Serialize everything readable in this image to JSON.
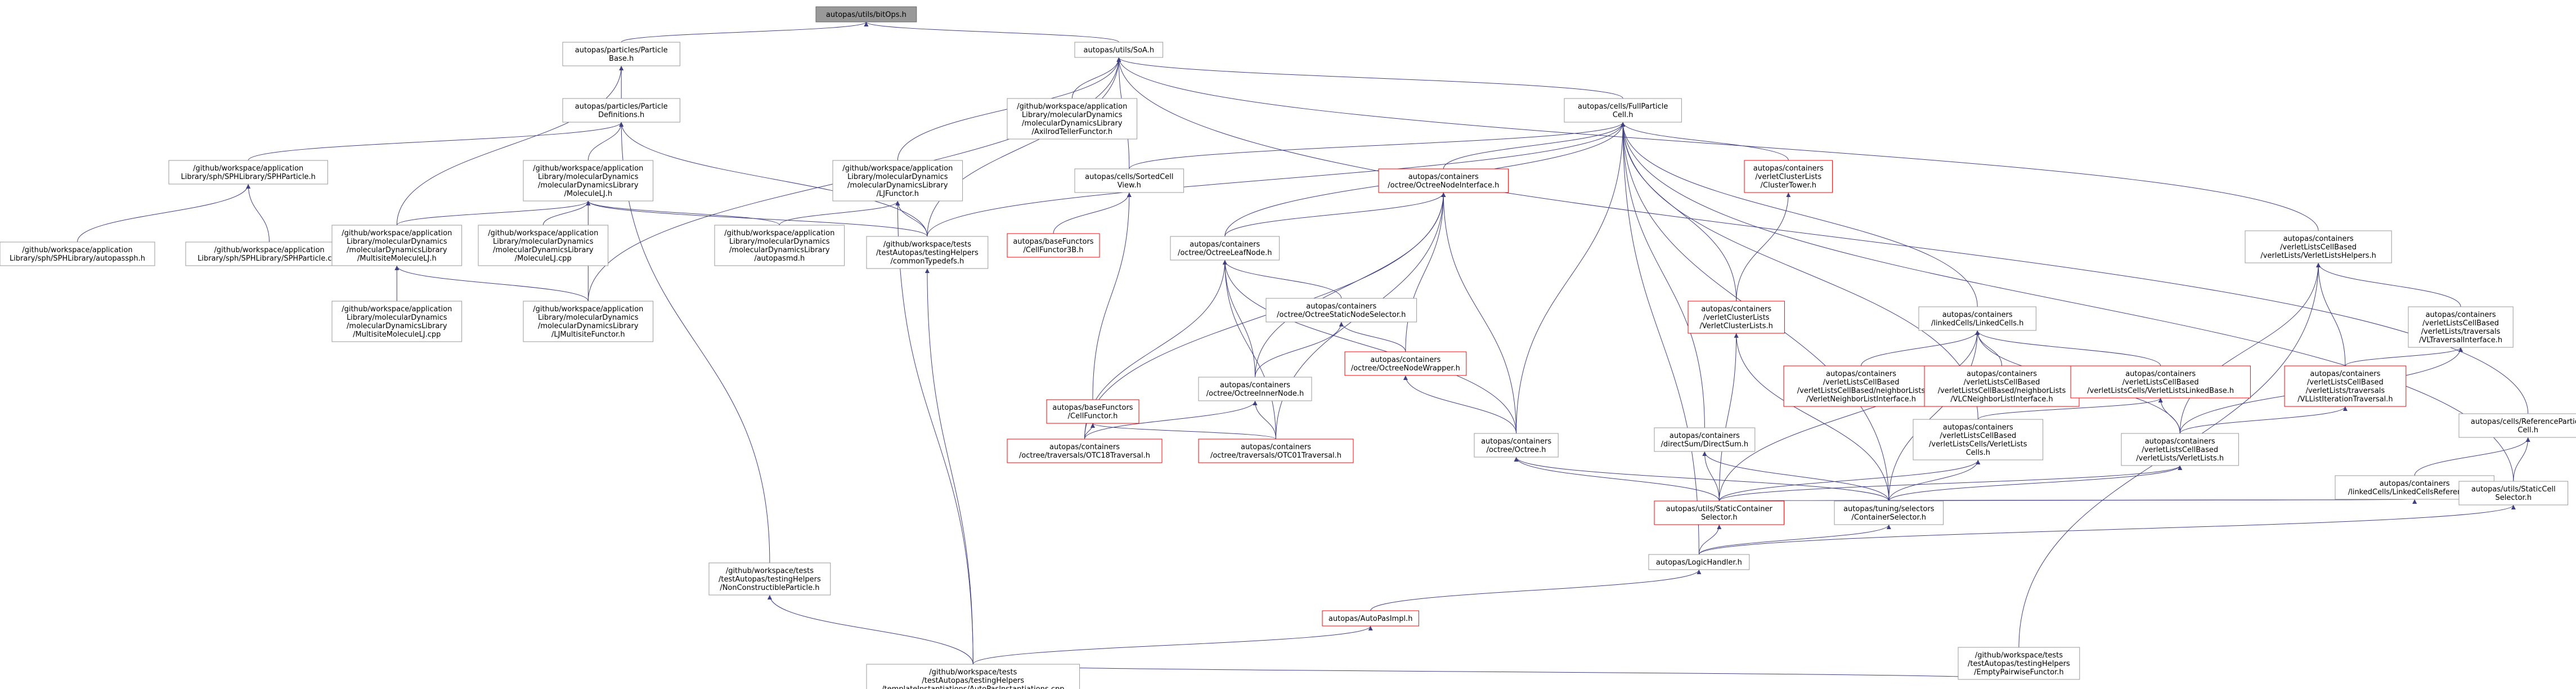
{
  "graph": {
    "colors": {
      "background": "#ffffff",
      "node_border": "#999999",
      "root_fill": "#999999",
      "highlight_border": "#ff0000",
      "edge": "#404080"
    },
    "nodes": [
      {
        "id": "bitop",
        "lines": [
          "autopas/utils/bitOps.h"
        ],
        "style": "root"
      },
      {
        "id": "pbase",
        "lines": [
          "autopas/particles/Particle",
          "Base.h"
        ]
      },
      {
        "id": "simd",
        "lines": [
          "autopas/utils/SoA.h"
        ]
      },
      {
        "id": "pdefs",
        "lines": [
          "autopas/particles/Particle",
          "Definitions.h"
        ]
      },
      {
        "id": "axilrod",
        "lines": [
          "/github/workspace/application",
          "Library/molecularDynamics",
          "/molecularDynamicsLibrary",
          "/AxilrodTellerFunctor.h"
        ]
      },
      {
        "id": "fullcell",
        "lines": [
          "autopas/cells/FullParticle",
          "Cell.h"
        ]
      },
      {
        "id": "sph",
        "lines": [
          "/github/workspace/application",
          "Library/sph/SPHLibrary/SPHParticle.h"
        ]
      },
      {
        "id": "molLJ",
        "lines": [
          "/github/workspace/application",
          "Library/molecularDynamics",
          "/molecularDynamicsLibrary",
          "/MoleculeLJ.h"
        ]
      },
      {
        "id": "ljfunc",
        "lines": [
          "/github/workspace/application",
          "Library/molecularDynamics",
          "/molecularDynamicsLibrary",
          "/LJFunctor.h"
        ]
      },
      {
        "id": "sorted",
        "lines": [
          "autopas/cells/SortedCell",
          "View.h"
        ]
      },
      {
        "id": "octnodeiface",
        "lines": [
          "autopas/containers",
          "/octree/OctreeNodeInterface.h"
        ],
        "style": "red"
      },
      {
        "id": "clustertower",
        "lines": [
          "autopas/containers",
          "/verletClusterLists",
          "/ClusterTower.h"
        ],
        "style": "red"
      },
      {
        "id": "vlhelpers",
        "lines": [
          "autopas/containers",
          "/verletListsCellBased",
          "/verletLists/VerletListsHelpers.h"
        ]
      },
      {
        "id": "autopassph",
        "lines": [
          "/github/workspace/application",
          "Library/sph/SPHLibrary/autopassph.h"
        ]
      },
      {
        "id": "sphcpp",
        "lines": [
          "/github/workspace/application",
          "Library/sph/SPHLibrary/SPHParticle.cpp"
        ]
      },
      {
        "id": "multisiteh",
        "lines": [
          "/github/workspace/application",
          "Library/molecularDynamics",
          "/molecularDynamicsLibrary",
          "/MultisiteMoleculeLJ.h"
        ]
      },
      {
        "id": "molLJcpp",
        "lines": [
          "/github/workspace/application",
          "Library/molecularDynamics",
          "/molecularDynamicsLibrary",
          "/MoleculeLJ.cpp"
        ]
      },
      {
        "id": "autopasmd",
        "lines": [
          "/github/workspace/application",
          "Library/molecularDynamics",
          "/molecularDynamicsLibrary",
          "/autopasmd.h"
        ]
      },
      {
        "id": "commontypedefs",
        "lines": [
          "/github/workspace/tests",
          "/testAutopas/testingHelpers",
          "/commonTypedefs.h"
        ]
      },
      {
        "id": "cellfunc3b",
        "lines": [
          "autopas/baseFunctors",
          "/CellFunctor3B.h"
        ],
        "style": "red"
      },
      {
        "id": "octleaf",
        "lines": [
          "autopas/containers",
          "/octree/OctreeLeafNode.h"
        ]
      },
      {
        "id": "linkedcells",
        "lines": [
          "autopas/containers",
          "/linkedCells/LinkedCells.h"
        ]
      },
      {
        "id": "vlclusterlists",
        "lines": [
          "autopas/containers",
          "/verletClusterLists",
          "/VerletClusterLists.h"
        ],
        "style": "red"
      },
      {
        "id": "vltraversaliface",
        "lines": [
          "autopas/containers",
          "/verletListsCellBased",
          "/verletLists/traversals",
          "/VLTraversalInterface.h"
        ]
      },
      {
        "id": "vllistiter",
        "lines": [
          "autopas/containers",
          "/verletListsCellBased",
          "/verletLists/traversals",
          "/VLListIterationTraversal.h"
        ],
        "style": "red"
      },
      {
        "id": "multisitecpp",
        "lines": [
          "/github/workspace/application",
          "Library/molecularDynamics",
          "/molecularDynamicsLibrary",
          "/MultisiteMoleculeLJ.cpp"
        ]
      },
      {
        "id": "ljmultisite",
        "lines": [
          "/github/workspace/application",
          "Library/molecularDynamics",
          "/molecularDynamicsLibrary",
          "/LJMultisiteFunctor.h"
        ]
      },
      {
        "id": "octnodeselector",
        "lines": [
          "autopas/containers",
          "/octree/OctreeStaticNodeSelector.h"
        ]
      },
      {
        "id": "vlneighbor",
        "lines": [
          "autopas/containers",
          "/verletListsCellBased",
          "/verletListsCellBased/neighborLists",
          "/VerletNeighborListInterface.h"
        ],
        "style": "red"
      },
      {
        "id": "vlcneighbor",
        "lines": [
          "autopas/containers",
          "/verletListsCellBased",
          "/verletListsCellBased/neighborLists",
          "/VLCNeighborListInterface.h"
        ],
        "style": "red"
      },
      {
        "id": "vlcl_base",
        "lines": [
          "autopas/containers",
          "/verletListsCellBased",
          "/verletListsCells/VerletListsLinkedBase.h"
        ],
        "style": "red"
      },
      {
        "id": "refcell",
        "lines": [
          "autopas/cells/ReferenceParticle",
          "Cell.h"
        ]
      },
      {
        "id": "cellfunctor",
        "lines": [
          "autopas/baseFunctors",
          "/CellFunctor.h"
        ],
        "style": "red"
      },
      {
        "id": "octinner",
        "lines": [
          "autopas/containers",
          "/octree/OctreeInnerNode.h"
        ]
      },
      {
        "id": "octwrapper",
        "lines": [
          "autopas/containers",
          "/octree/OctreeNodeWrapper.h"
        ],
        "style": "red"
      },
      {
        "id": "vlcells",
        "lines": [
          "autopas/containers",
          "/verletListsCellBased",
          "/verletListsCells/VerletLists",
          "Cells.h"
        ]
      },
      {
        "id": "vllists",
        "lines": [
          "autopas/containers",
          "/verletListsCellBased",
          "/verletLists/VerletLists.h"
        ]
      },
      {
        "id": "linkedcellsref",
        "lines": [
          "autopas/containers",
          "/linkedCells/LinkedCellsReferences.h"
        ]
      },
      {
        "id": "staticcellsel",
        "lines": [
          "autopas/utils/StaticCell",
          "Selector.h"
        ]
      },
      {
        "id": "otc18",
        "lines": [
          "autopas/containers",
          "/octree/traversals/OTC18Traversal.h"
        ],
        "style": "red"
      },
      {
        "id": "otc01",
        "lines": [
          "autopas/containers",
          "/octree/traversals/OTC01Traversal.h"
        ],
        "style": "red"
      },
      {
        "id": "directsum",
        "lines": [
          "autopas/containers",
          "/directSum/DirectSum.h"
        ]
      },
      {
        "id": "octree",
        "lines": [
          "autopas/containers",
          "/octree/Octree.h"
        ]
      },
      {
        "id": "staticcontainer",
        "lines": [
          "autopas/utils/StaticContainer",
          "Selector.h"
        ],
        "style": "red"
      },
      {
        "id": "containerselector",
        "lines": [
          "autopas/tuning/selectors",
          "/ContainerSelector.h"
        ]
      },
      {
        "id": "nonconstructible",
        "lines": [
          "/github/workspace/tests",
          "/testAutopas/testingHelpers",
          "/NonConstructibleParticle.h"
        ]
      },
      {
        "id": "logichandler",
        "lines": [
          "autopas/LogicHandler.h"
        ]
      },
      {
        "id": "autopasimpl",
        "lines": [
          "autopas/AutoPasImpl.h"
        ],
        "style": "red"
      },
      {
        "id": "emptypairwise",
        "lines": [
          "/github/workspace/tests",
          "/testAutopas/testingHelpers",
          "/EmptyPairwiseFunctor.h"
        ]
      },
      {
        "id": "explicitinst",
        "lines": [
          "/github/workspace/tests",
          "/testAutopas/testingHelpers",
          "/templateInstantiations/AutoPasInstantiations.cpp"
        ]
      }
    ],
    "edges": [
      [
        "bitop",
        "pbase"
      ],
      [
        "bitop",
        "simd"
      ],
      [
        "pbase",
        "pdefs"
      ],
      [
        "pbase",
        "multisiteh"
      ],
      [
        "simd",
        "axilrod"
      ],
      [
        "simd",
        "fullcell"
      ],
      [
        "simd",
        "ljfunc"
      ],
      [
        "simd",
        "sorted"
      ],
      [
        "simd",
        "vlhelpers"
      ],
      [
        "simd",
        "refcell"
      ],
      [
        "simd",
        "ljmultisite"
      ],
      [
        "simd",
        "commontypedefs"
      ],
      [
        "pdefs",
        "sph"
      ],
      [
        "pdefs",
        "molLJ"
      ],
      [
        "pdefs",
        "commontypedefs"
      ],
      [
        "pdefs",
        "nonconstructible"
      ],
      [
        "sph",
        "autopassph"
      ],
      [
        "sph",
        "sphcpp"
      ],
      [
        "molLJ",
        "multisiteh"
      ],
      [
        "molLJ",
        "molLJcpp"
      ],
      [
        "molLJ",
        "autopasmd"
      ],
      [
        "molLJ",
        "commontypedefs"
      ],
      [
        "molLJ",
        "ljmultisite"
      ],
      [
        "multisiteh",
        "multisitecpp"
      ],
      [
        "multisiteh",
        "ljmultisite"
      ],
      [
        "ljfunc",
        "autopasmd"
      ],
      [
        "ljfunc",
        "commontypedefs"
      ],
      [
        "ljfunc",
        "explicitinst"
      ],
      [
        "fullcell",
        "sorted"
      ],
      [
        "fullcell",
        "octnodeiface"
      ],
      [
        "fullcell",
        "clustertower"
      ],
      [
        "fullcell",
        "vlclusterlists"
      ],
      [
        "fullcell",
        "linkedcells"
      ],
      [
        "fullcell",
        "directsum"
      ],
      [
        "fullcell",
        "octree"
      ],
      [
        "fullcell",
        "vlcells"
      ],
      [
        "fullcell",
        "staticcellsel"
      ],
      [
        "fullcell",
        "commontypedefs"
      ],
      [
        "fullcell",
        "logichandler"
      ],
      [
        "fullcell",
        "octleaf"
      ],
      [
        "fullcell",
        "containerselector"
      ],
      [
        "sorted",
        "cellfunc3b"
      ],
      [
        "sorted",
        "cellfunctor"
      ],
      [
        "octnodeiface",
        "octleaf"
      ],
      [
        "octnodeiface",
        "octinner"
      ],
      [
        "octnodeiface",
        "octwrapper"
      ],
      [
        "octnodeiface",
        "otc18"
      ],
      [
        "octnodeiface",
        "otc01"
      ],
      [
        "octnodeiface",
        "octree"
      ],
      [
        "octleaf",
        "octnodeselector"
      ],
      [
        "octleaf",
        "octinner"
      ],
      [
        "octleaf",
        "otc18"
      ],
      [
        "octleaf",
        "otc01"
      ],
      [
        "octleaf",
        "octree"
      ],
      [
        "octnodeselector",
        "octinner"
      ],
      [
        "octnodeselector",
        "octwrapper"
      ],
      [
        "octinner",
        "otc18"
      ],
      [
        "octinner",
        "otc01"
      ],
      [
        "octwrapper",
        "octree"
      ],
      [
        "cellfunctor",
        "otc18"
      ],
      [
        "cellfunctor",
        "otc01"
      ],
      [
        "clustertower",
        "vlclusterlists"
      ],
      [
        "vlclusterlists",
        "staticcontainer"
      ],
      [
        "vlclusterlists",
        "containerselector"
      ],
      [
        "linkedcells",
        "vlneighbor"
      ],
      [
        "linkedcells",
        "vlcneighbor"
      ],
      [
        "linkedcells",
        "vlcl_base"
      ],
      [
        "linkedcells",
        "vllists"
      ],
      [
        "linkedcells",
        "staticcontainer"
      ],
      [
        "linkedcells",
        "containerselector"
      ],
      [
        "vlcl_base",
        "vlcells"
      ],
      [
        "vlcl_base",
        "vllists"
      ],
      [
        "vlcells",
        "staticcontainer"
      ],
      [
        "vlcells",
        "containerselector"
      ],
      [
        "vlhelpers",
        "vltraversaliface"
      ],
      [
        "vlhelpers",
        "vllistiter"
      ],
      [
        "vlhelpers",
        "vllists"
      ],
      [
        "vlhelpers",
        "emptypairwise"
      ],
      [
        "vltraversaliface",
        "vllistiter"
      ],
      [
        "vltraversaliface",
        "vllists"
      ],
      [
        "vllistiter",
        "vllists"
      ],
      [
        "vllists",
        "staticcontainer"
      ],
      [
        "vllists",
        "containerselector"
      ],
      [
        "refcell",
        "linkedcellsref"
      ],
      [
        "refcell",
        "staticcellsel"
      ],
      [
        "linkedcellsref",
        "staticcontainer"
      ],
      [
        "linkedcellsref",
        "containerselector"
      ],
      [
        "staticcellsel",
        "logichandler"
      ],
      [
        "directsum",
        "staticcontainer"
      ],
      [
        "directsum",
        "containerselector"
      ],
      [
        "octree",
        "staticcontainer"
      ],
      [
        "octree",
        "containerselector"
      ],
      [
        "staticcontainer",
        "logichandler"
      ],
      [
        "containerselector",
        "logichandler"
      ],
      [
        "logichandler",
        "autopasimpl"
      ],
      [
        "autopasimpl",
        "explicitinst"
      ],
      [
        "nonconstructible",
        "explicitinst"
      ],
      [
        "commontypedefs",
        "explicitinst"
      ],
      [
        "emptypairwise",
        "explicitinst"
      ]
    ]
  }
}
